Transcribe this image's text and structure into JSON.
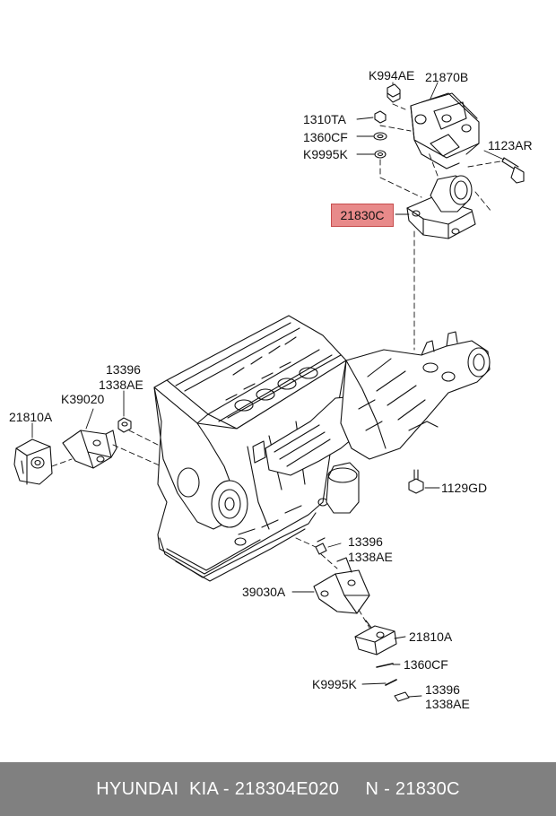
{
  "labels": {
    "k994ae": "K994AE",
    "p21870b": "21870B",
    "p1310ta": "1310TA",
    "p1360cf_top": "1360CF",
    "k9995k_top": "K9995K",
    "p1123ar": "1123AR",
    "p21830c": "21830C",
    "p13396_left": "13396",
    "p1338ae_left": "1338AE",
    "k39020": "K39020",
    "p21810a_left": "21810A",
    "p1129gd": "1129GD",
    "p13396_mid": "13396",
    "p1338ae_mid": "1338AE",
    "p39030a": "39030A",
    "p21810a_right": "21810A",
    "p1360cf_bottom": "1360CF",
    "k9995k_bottom": "K9995K",
    "p13396_bottom": "13396",
    "p1338ae_bottom": "1338AE"
  },
  "footer": {
    "text": "HYUNDAI  KIA - 218304E020     N - 21830C"
  },
  "colors": {
    "highlight": "#e88a8a",
    "footer_bg": "#808080",
    "footer_text": "#ffffff",
    "line": "#111111"
  }
}
